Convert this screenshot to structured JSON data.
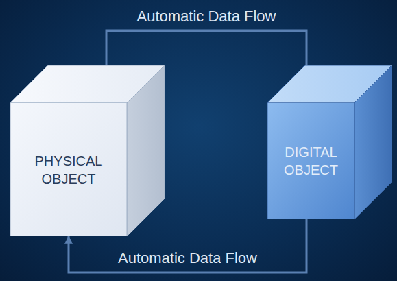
{
  "diagram": {
    "nodes": [
      {
        "text": [
          "PHYSICAL OBJECT"
        ]
      },
      {
        "text": [
          "DIGITAL OBJECT"
        ]
      }
    ],
    "edges": [
      {
        "from": 0,
        "to": 1,
        "label": "Automatic Data Flow",
        "arrow": "to"
      },
      {
        "from": 1,
        "to": 0,
        "label": "Automatic Data Flow",
        "arrow": "to"
      }
    ]
  }
}
